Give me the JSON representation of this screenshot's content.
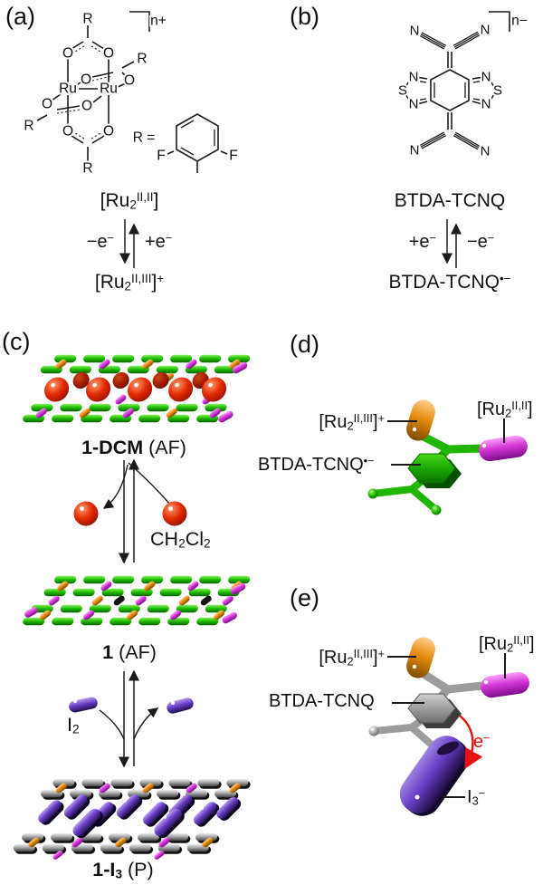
{
  "colors": {
    "tcnq_radical_green": "#1fbf00",
    "ru2_ii_ii_magenta": "#d636d6",
    "ru2_ii_iii_orange": "#e68a0e",
    "ch2cl2_red": "#e02600",
    "iodine_purple": "#6a3ec8",
    "tcnq_neutral_gray": "#a0a0a0",
    "electron_arrow_red": "#e81111"
  },
  "panels": {
    "a": {
      "label": "(a)",
      "bracket_charge": "n+",
      "r_definition": "R =",
      "atoms": {
        "ru": "Ru",
        "o": "O",
        "r": "R",
        "f": "F"
      },
      "redox": {
        "top": {
          "pre": "[Ru",
          "sub": "2",
          "sup": "II,II",
          "post": "]"
        },
        "left_label": {
          "base": "−e",
          "sup": "−"
        },
        "right_label": {
          "base": "+e",
          "sup": "−"
        },
        "bottom": {
          "pre": "[Ru",
          "sub": "2",
          "sup": "II,III",
          "post": "]",
          "charge": "+"
        }
      }
    },
    "b": {
      "label": "(b)",
      "bracket_charge": "n−",
      "atoms": {
        "n": "N",
        "s": "S"
      },
      "redox": {
        "top": {
          "base": "BTDA-TCNQ"
        },
        "left_label": {
          "base": "+e",
          "sup": "−"
        },
        "right_label": {
          "base": "−e",
          "sup": "−"
        },
        "bottom": {
          "base": "BTDA-TCNQ",
          "sup": "•−"
        }
      }
    },
    "c": {
      "label": "(c)",
      "dcm_label": {
        "bold": "1-DCM",
        "rest": " (AF)"
      },
      "one_label": {
        "bold": "1",
        "rest": " (AF)"
      },
      "i3_label": {
        "bold_pre": "1-I",
        "bold_sub": "3",
        "rest": " (P)"
      },
      "solvent": {
        "p1": "CH",
        "s1": "2",
        "p2": "Cl",
        "s2": "2"
      },
      "iodine": {
        "p": "I",
        "s": "2"
      }
    },
    "d": {
      "label": "(d)",
      "ru_ox": {
        "pre": "[Ru",
        "sub": "2",
        "sup": "II,III",
        "post": "]",
        "charge": "+"
      },
      "ru_red": {
        "pre": "[Ru",
        "sub": "2",
        "sup": "II,II",
        "post": "]"
      },
      "tcnq": {
        "base": "BTDA-TCNQ",
        "sup": "•−"
      }
    },
    "e": {
      "label": "(e)",
      "ru_ox": {
        "pre": "[Ru",
        "sub": "2",
        "sup": "II,III",
        "post": "]",
        "charge": "+"
      },
      "ru_red": {
        "pre": "[Ru",
        "sub": "2",
        "sup": "II,II",
        "post": "]"
      },
      "tcnq": {
        "base": "BTDA-TCNQ"
      },
      "triiodide": {
        "p": "I",
        "sub": "3",
        "sup": "−"
      },
      "electron": {
        "base": "e",
        "sup": "−"
      }
    }
  }
}
